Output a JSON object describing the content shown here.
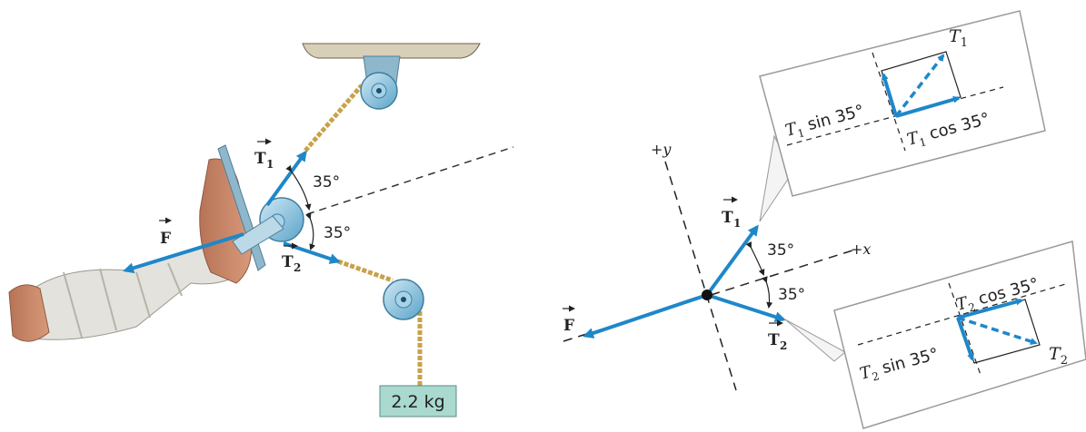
{
  "left_figure": {
    "angle_upper": "35°",
    "angle_lower": "35°",
    "mass_label": "2.2 kg",
    "vec_T1": "T",
    "vec_T1_sub": "1",
    "vec_T2": "T",
    "vec_T2_sub": "2",
    "vec_F": "F"
  },
  "free_body": {
    "axis_y": "+y",
    "axis_x": "+x",
    "angle_upper": "35°",
    "angle_lower": "35°",
    "vec_T1": "T",
    "vec_T1_sub": "1",
    "vec_T2": "T",
    "vec_T2_sub": "2",
    "vec_F": "F"
  },
  "inset_upper": {
    "T": "T",
    "sub": "1",
    "sin_label": " sin 35°",
    "cos_label": " cos 35°"
  },
  "inset_lower": {
    "T": "T",
    "sub": "2",
    "sin_label": " sin 35°",
    "cos_label": " cos 35°"
  },
  "colors": {
    "vector_blue": "#1f87c9",
    "rope": "#c8a24a",
    "skin": "#c9876a",
    "pulley": "#8cc4de",
    "mass_box": "#a9d9cf",
    "ceiling": "#d8cfb8"
  }
}
